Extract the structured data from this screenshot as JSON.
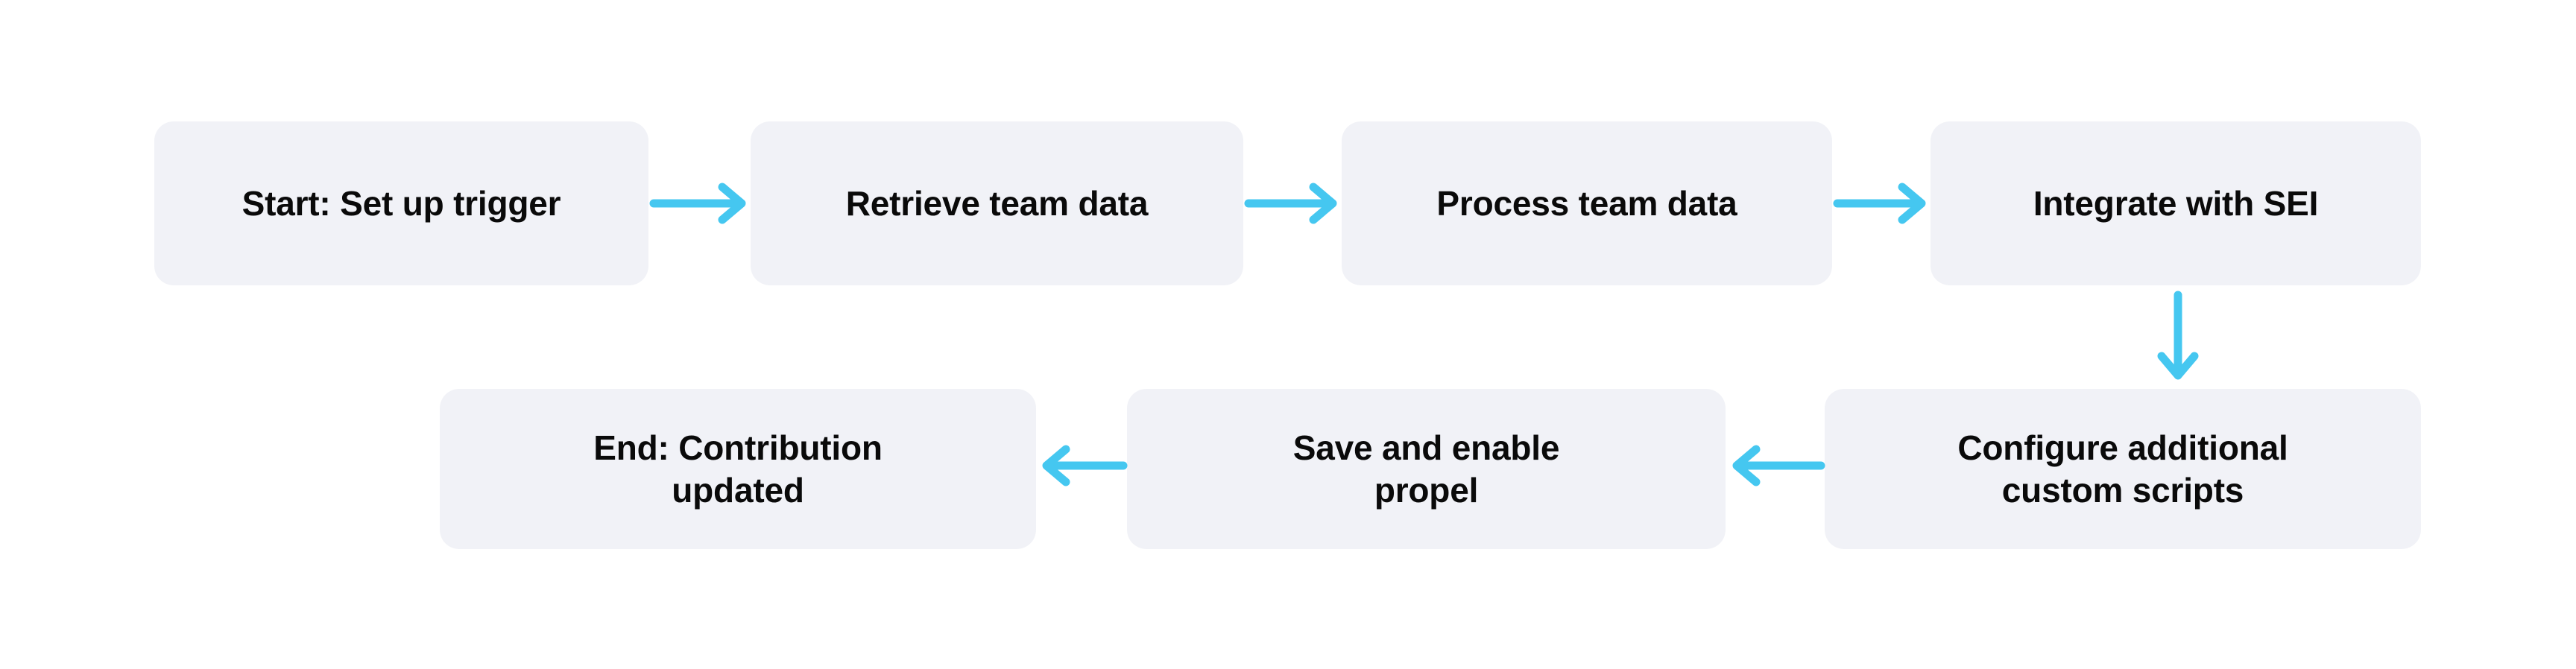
{
  "diagram": {
    "type": "flowchart",
    "title": "",
    "background_color": "#FFFFFF",
    "node_fill_color": "#F1F2F7",
    "node_text_color": "#0A0A0A",
    "arrow_color": "#45C7F0",
    "nodes": [
      {
        "id": "start",
        "label": "Start: Set up trigger",
        "row": "top",
        "order": 1
      },
      {
        "id": "retrieve",
        "label": "Retrieve team data",
        "row": "top",
        "order": 2
      },
      {
        "id": "process",
        "label": "Process team data",
        "row": "top",
        "order": 3
      },
      {
        "id": "integrate",
        "label": "Integrate with SEI",
        "row": "top",
        "order": 4
      },
      {
        "id": "configure",
        "label": "Configure additional\ncustom scripts",
        "row": "bottom",
        "order": 5
      },
      {
        "id": "save",
        "label": "Save and enable\npropel",
        "row": "bottom",
        "order": 6
      },
      {
        "id": "end",
        "label": "End: Contribution\nupdated",
        "row": "bottom",
        "order": 7
      }
    ],
    "edges": [
      {
        "from": "start",
        "to": "retrieve",
        "direction": "right",
        "label": ""
      },
      {
        "from": "retrieve",
        "to": "process",
        "direction": "right",
        "label": ""
      },
      {
        "from": "process",
        "to": "integrate",
        "direction": "right",
        "label": ""
      },
      {
        "from": "integrate",
        "to": "configure",
        "direction": "down",
        "label": ""
      },
      {
        "from": "configure",
        "to": "save",
        "direction": "left",
        "label": ""
      },
      {
        "from": "save",
        "to": "end",
        "direction": "left",
        "label": ""
      }
    ]
  }
}
